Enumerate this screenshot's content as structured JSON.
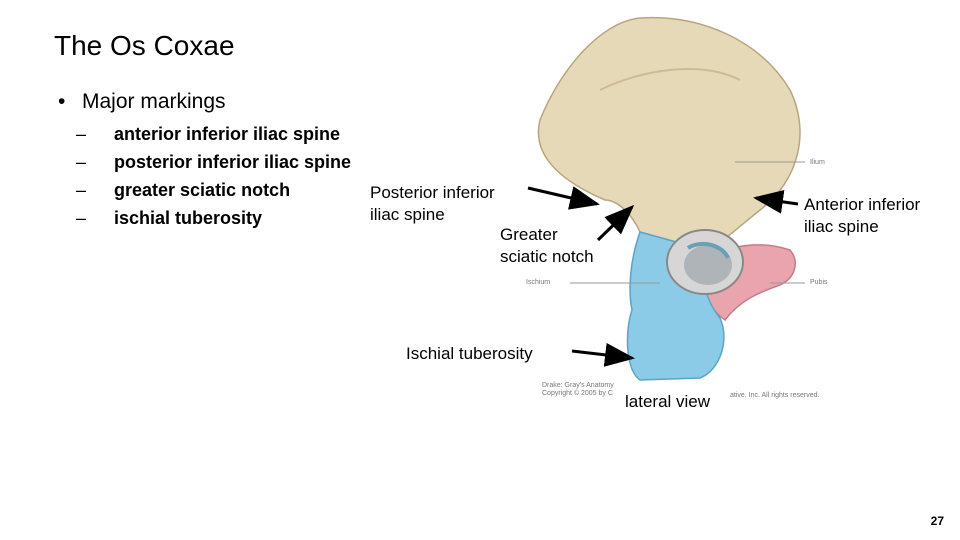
{
  "slide": {
    "title": "The Os Coxae",
    "bullet": "Major markings",
    "bullet_glyph": "•",
    "sub_items": [
      {
        "dash": "–",
        "text": "anterior inferior iliac spine"
      },
      {
        "dash": "–",
        "text": "posterior inferior iliac spine"
      },
      {
        "dash": "–",
        "text": "greater sciatic notch"
      },
      {
        "dash": "–",
        "text": "ischial tuberosity"
      }
    ],
    "page_number": "27"
  },
  "figure": {
    "labels": {
      "posterior_inferior": "Posterior inferior\niliac spine",
      "greater_sciatic": "Greater\nsciatic notch",
      "anterior_inferior": "Anterior inferior\niliac spine",
      "ischial_tuberosity": "Ischial tuberosity",
      "view": "lateral view"
    },
    "small_labels": {
      "ilium": "Ilium",
      "ischium": "Ischium",
      "pubis": "Pubis",
      "credit_left": "Drake: Gray's Anatomy\nCopyright © 2005 by C",
      "credit_right": "ative, Inc. All rights reserved."
    },
    "colors": {
      "ilium": "#e6d9b8",
      "ischium": "#8ccbe8",
      "pubis": "#e9a4ae",
      "arrow": "#000000"
    }
  }
}
